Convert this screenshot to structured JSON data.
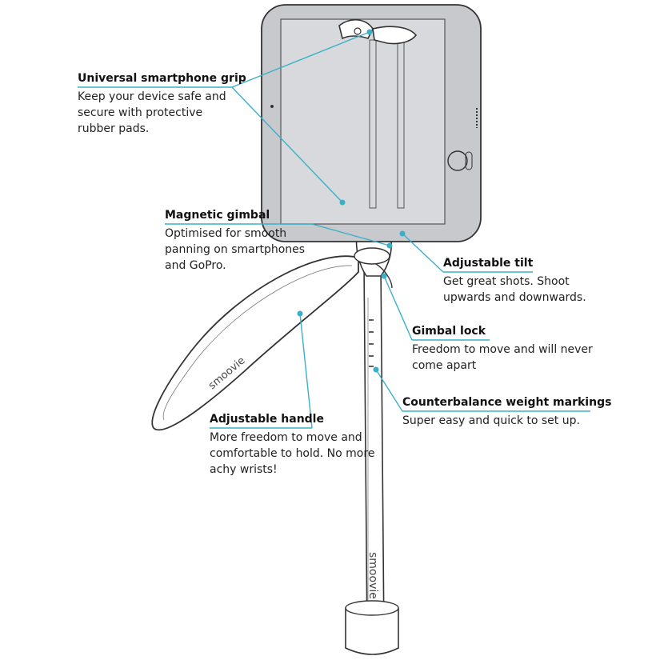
{
  "callouts": {
    "grip": {
      "title": "Universal smartphone grip",
      "desc": "Keep your device safe and secure with protective rubber pads."
    },
    "gimbal": {
      "title": "Magnetic gimbal",
      "desc": "Optimised for smooth panning on smartphones and GoPro."
    },
    "tilt": {
      "title": "Adjustable tilt",
      "desc": "Get great shots. Shoot upwards and downwards."
    },
    "lock": {
      "title": "Gimbal lock",
      "desc": "Freedom to move and will never come apart"
    },
    "weight": {
      "title": "Counterbalance weight markings",
      "desc": "Super easy and quick to set up."
    },
    "handle": {
      "title": "Adjustable handle",
      "desc": "More freedom to move and comfortable to hold. No more achy wrists!"
    }
  },
  "brand": {
    "logo_text": "smoovie"
  },
  "colors": {
    "accent": "#3ab0c8",
    "outline": "#333333",
    "phone_fill": "#c8c9cc"
  }
}
